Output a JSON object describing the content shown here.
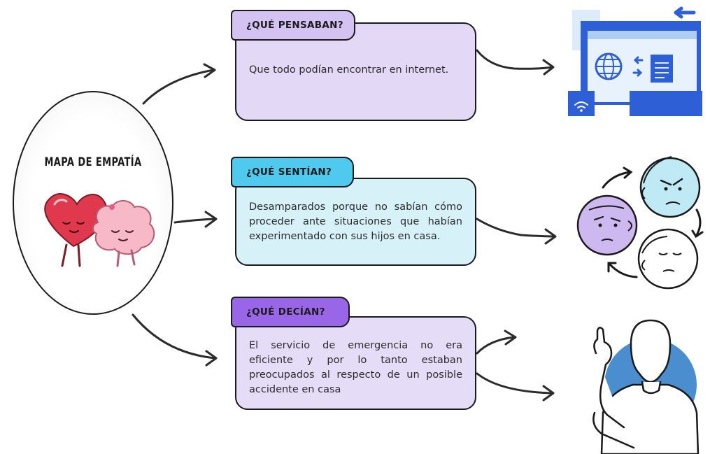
{
  "center": {
    "title": "MAPA DE EMPATÍA"
  },
  "cards": [
    {
      "heading": "¿QUÉ PENSABAN?",
      "text": "Que todo podían encontrar en internet.",
      "color": "#e3d8f6",
      "tag_color": "#d4c2f3",
      "icon": "web-browser-illustration"
    },
    {
      "heading": "¿QUÉ SENTÍAN?",
      "text": "Desamparados porque no sabían cómo proceder ante situaciones que habían experimentado con sus hijos en casa.",
      "color": "#d7f1f9",
      "tag_color": "#4fcaee",
      "icon": "emotions-faces-cycle-illustration"
    },
    {
      "heading": "¿QUÉ DECÍAN?",
      "text": "El servicio de emergencia no era eficiente y por lo tanto estaban preocupados al respecto de un posible accidente en casa",
      "color": "#e5dcf7",
      "tag_color": "#9a66e8",
      "icon": "person-speaking-illustration"
    }
  ],
  "colors": {
    "browser_blue": "#2e5fd6",
    "face_blue": "#bfe9f4",
    "face_purple": "#cdb8ef",
    "heart_red": "#e0394e",
    "brain_pink": "#f7b9c8",
    "circle_blue": "#4a8ed0"
  }
}
